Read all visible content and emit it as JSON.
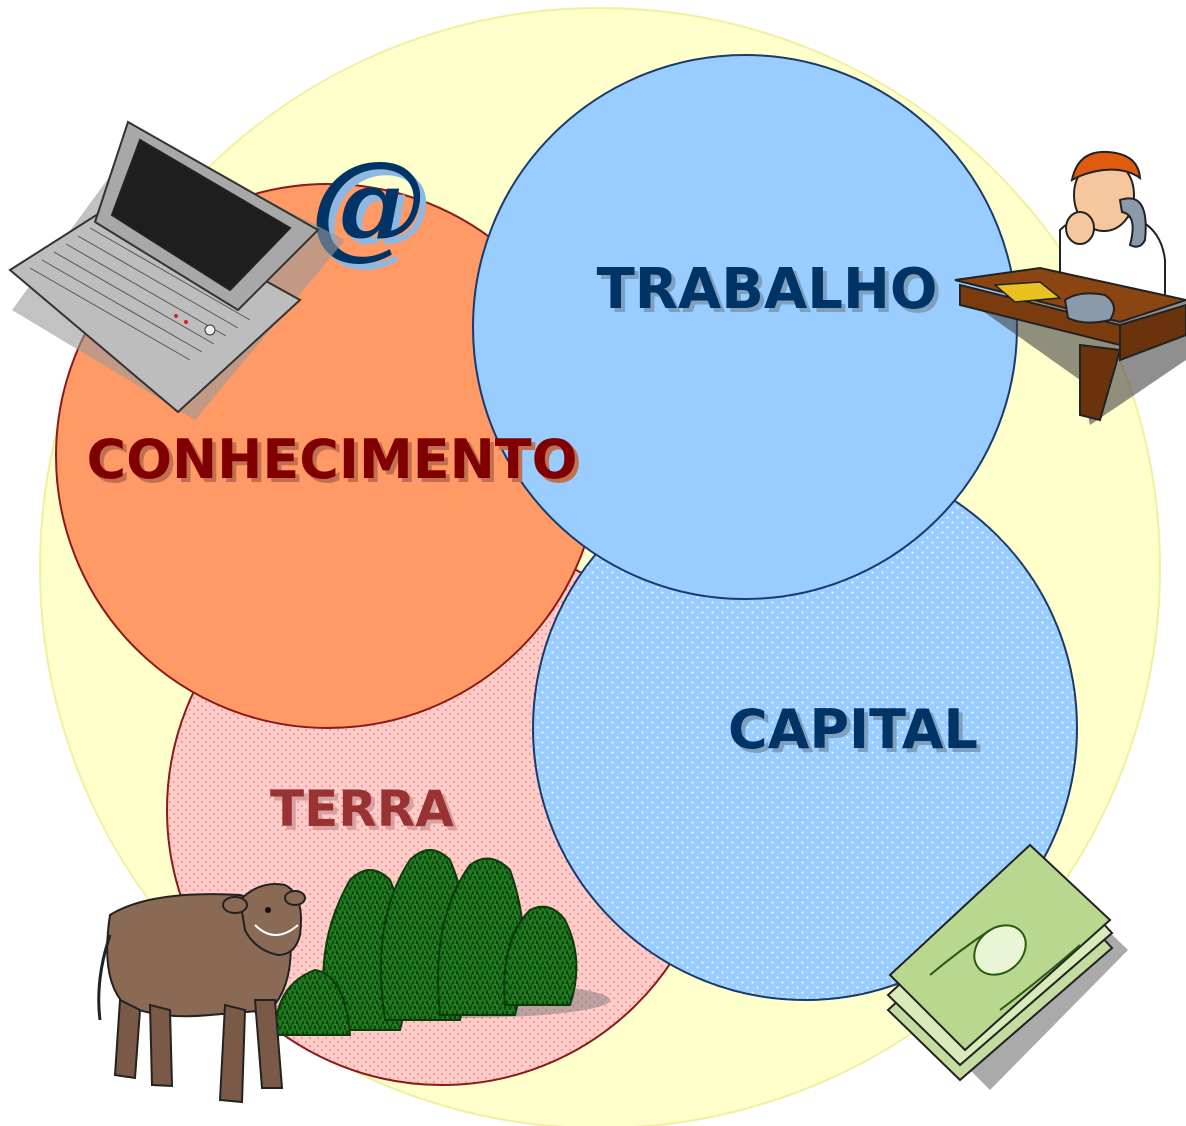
{
  "diagram": {
    "labels": {
      "conhecimento": "CONHECIMENTO",
      "trabalho": "TRABALHO",
      "capital": "CAPITAL",
      "terra": "TERRA",
      "at_symbol": "@"
    },
    "colors": {
      "outer_circle": "#ffffcc",
      "conhecimento_fill": "#ff9966",
      "conhecimento_text": "#800000",
      "trabalho_fill": "#99ccff",
      "trabalho_text": "#003366",
      "capital_fill": "#99ccff",
      "capital_text": "#003366",
      "terra_fill": "#ffcccc",
      "terra_text": "#993333"
    },
    "icons": [
      "laptop-icon",
      "at-sign-icon",
      "office-worker-phone-icon",
      "money-stack-icon",
      "cow-icon",
      "trees-icon"
    ]
  }
}
